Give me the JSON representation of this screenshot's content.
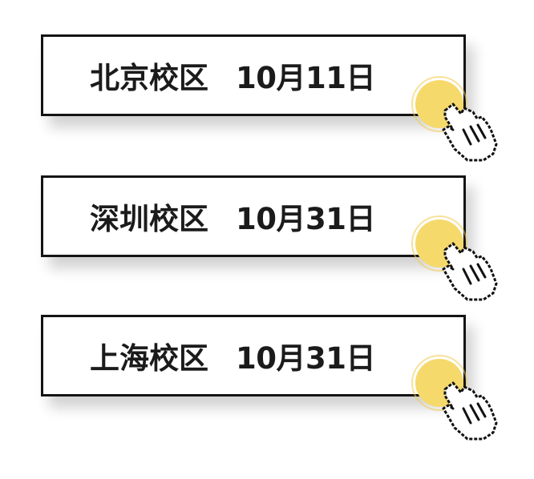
{
  "campuses": [
    {
      "name": "北京校区",
      "date": "10月11日"
    },
    {
      "name": "深圳校区",
      "date": "10月31日"
    },
    {
      "name": "上海校区",
      "date": "10月31日"
    }
  ],
  "colors": {
    "border": "#141414",
    "text": "#1b1b1b",
    "tap_circle": "#f6d96b",
    "tap_ring": "#f2c94c"
  },
  "icons": {
    "pointer": "hand-pointer-icon"
  }
}
